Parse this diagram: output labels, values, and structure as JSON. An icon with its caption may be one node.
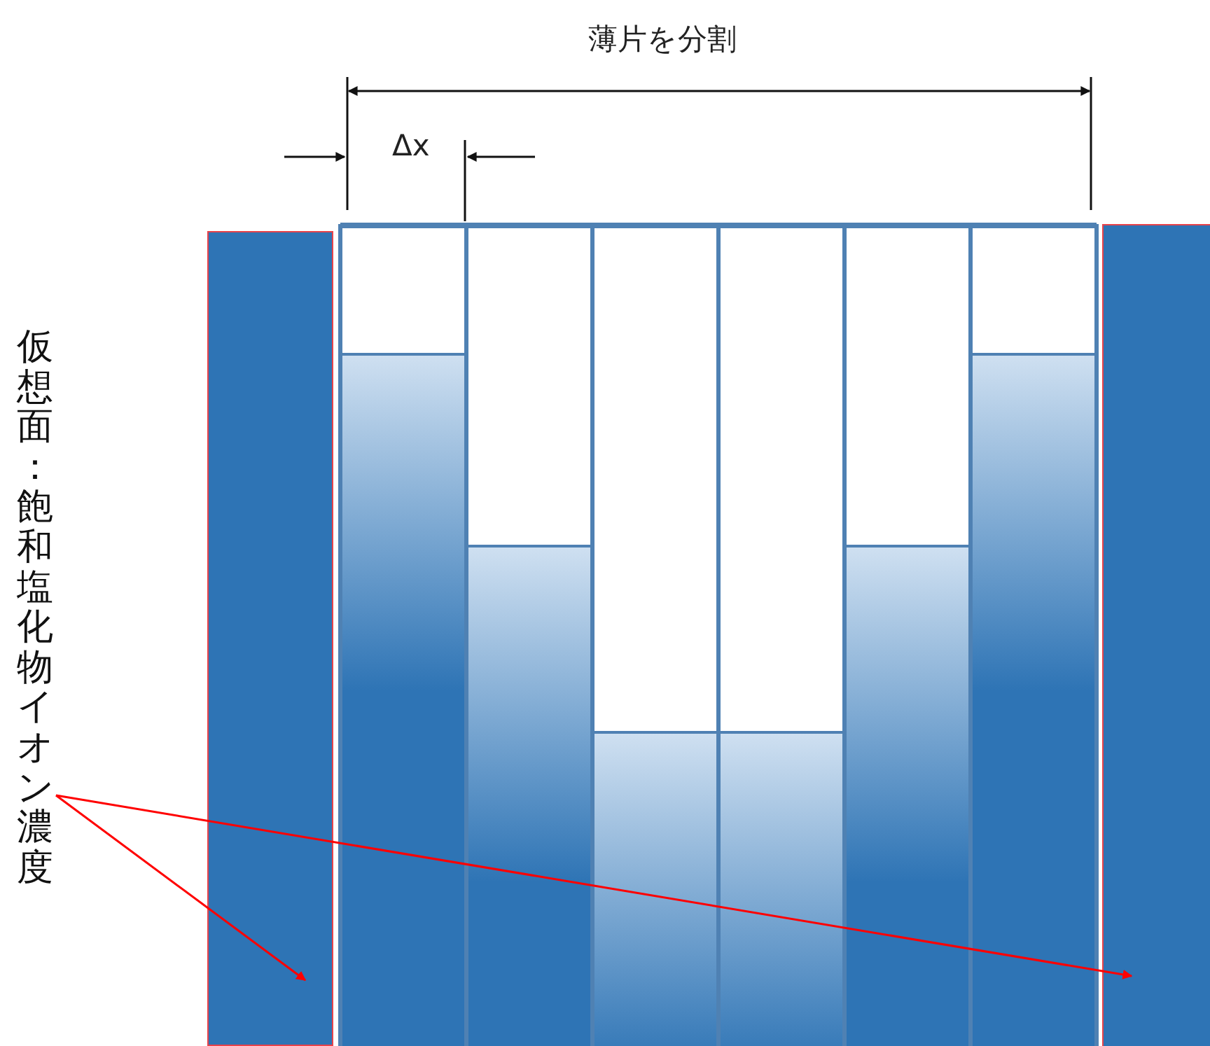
{
  "diagram": {
    "nodes": [
      {
        "text": [
          "仮想面：飽和塩化物イオン濃度"
        ]
      },
      {
        "text": [],
        "shape": "box"
      },
      {
        "text": [],
        "shape": "box"
      }
    ],
    "edges": [
      {
        "from": 0,
        "to": 1,
        "arrow": "to"
      },
      {
        "from": 0,
        "to": 2,
        "arrow": "to"
      }
    ],
    "labels": [
      "薄片を分割",
      "Δx"
    ]
  }
}
